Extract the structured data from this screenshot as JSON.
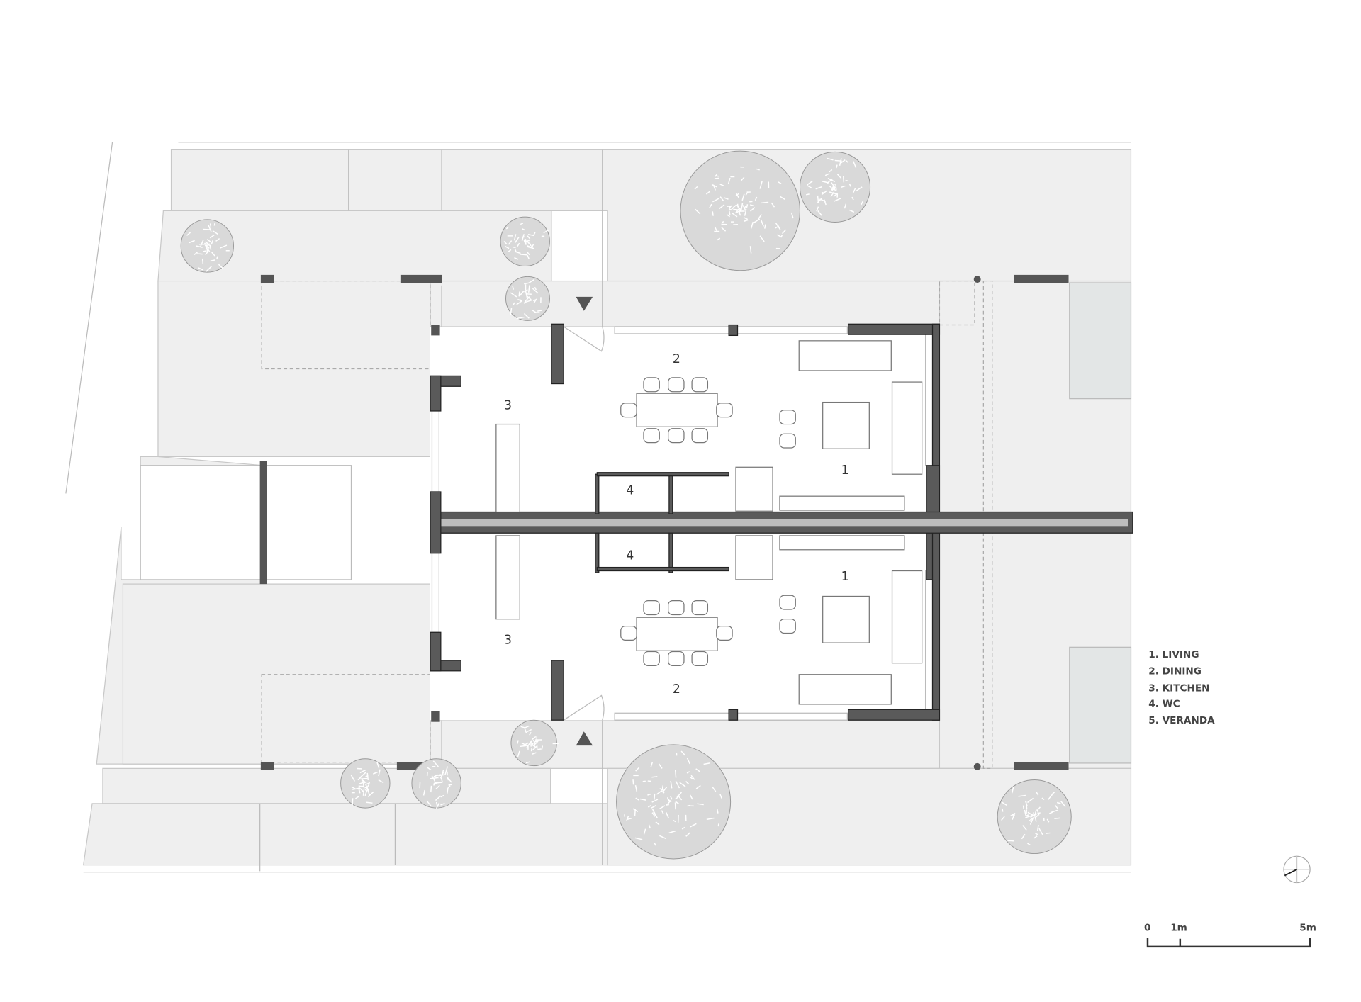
{
  "plan": {
    "rooms": {
      "living_top": "1",
      "dining_top": "2",
      "kitchen_top": "3",
      "wc_top": "4",
      "wc_bottom": "4",
      "living_bottom": "1",
      "kitchen_bottom": "3",
      "dining_bottom": "2"
    }
  },
  "legend": {
    "items": [
      "1. LIVING",
      "2. DINING",
      "3. KITCHEN",
      "4. WC",
      "5. VERANDA"
    ]
  },
  "scale_bar": {
    "labels": [
      "0",
      "1m",
      "5m"
    ]
  },
  "colors": {
    "wall": "#5a5a5a",
    "site": "#efefef",
    "background": "#ffffff"
  }
}
